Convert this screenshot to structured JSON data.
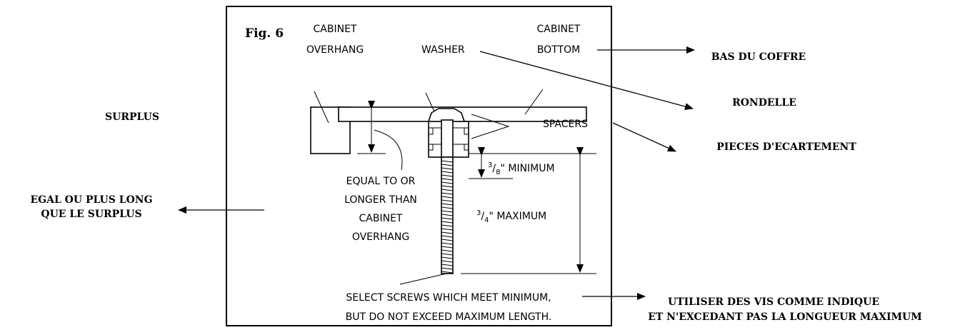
{
  "figure": {
    "label": "Fig. 6",
    "cabinet_overhang": [
      "CABINET",
      "OVERHANG"
    ],
    "washer": "WASHER",
    "cabinet_bottom": [
      "CABINET",
      "BOTTOM"
    ],
    "spacers": "SPACERS",
    "minimum_frac": {
      "num": "3",
      "den": "8"
    },
    "minimum_text": "\" MINIMUM",
    "maximum_frac": {
      "num": "3",
      "den": "4"
    },
    "maximum_text": "\" MAXIMUM",
    "equal_note": [
      "EQUAL TO OR",
      "LONGER THAN",
      "CABINET",
      "OVERHANG"
    ],
    "select_note": [
      "SELECT SCREWS WHICH MEET MINIMUM,",
      "BUT DO NOT EXCEED MAXIMUM LENGTH."
    ]
  },
  "french": {
    "bas_du_coffre": "BAS DU COFFRE",
    "rondelle": "RONDELLE",
    "surplus": "SURPLUS",
    "pieces_ecartement": "PIECES D'ECARTEMENT",
    "egal": [
      "EGAL OU PLUS LONG",
      "QUE LE SURPLUS"
    ],
    "utiliser": [
      "UTILISER DES VIS COMME INDIQUE",
      "ET N'EXCEDANT PAS LA LONGUEUR MAXIMUM"
    ]
  }
}
